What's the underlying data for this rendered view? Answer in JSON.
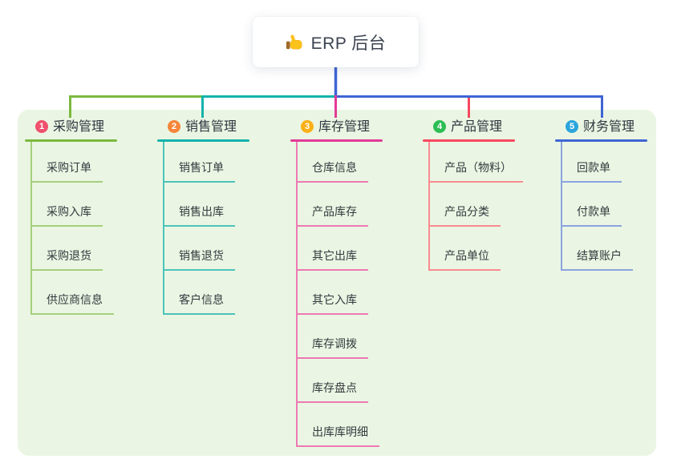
{
  "root": {
    "title": "ERP 后台",
    "icon": "thumbs-up-icon"
  },
  "branches": [
    {
      "badge": "1",
      "label": "采购管理",
      "badge_color": "#f0516d",
      "line_color": "#7cb93e",
      "child_line_color": "#a5cf7c",
      "children": [
        "采购订单",
        "采购入库",
        "采购退货",
        "供应商信息"
      ]
    },
    {
      "badge": "2",
      "label": "销售管理",
      "badge_color": "#f5863b",
      "line_color": "#14b3ab",
      "child_line_color": "#4cc3ba",
      "children": [
        "销售订单",
        "销售出库",
        "销售退货",
        "客户信息"
      ]
    },
    {
      "badge": "3",
      "label": "库存管理",
      "badge_color": "#fbb017",
      "line_color": "#e23a97",
      "child_line_color": "#ee79b3",
      "children": [
        "仓库信息",
        "产品库存",
        "其它出库",
        "其它入库",
        "库存调拨",
        "库存盘点",
        "出库库明细"
      ]
    },
    {
      "badge": "4",
      "label": "产品管理",
      "badge_color": "#2dbd55",
      "line_color": "#f7485f",
      "child_line_color": "#f98b90",
      "children": [
        "产品（物料）",
        "产品分类",
        "产品单位"
      ]
    },
    {
      "badge": "5",
      "label": "财务管理",
      "badge_color": "#2aa5dc",
      "line_color": "#3f65d4",
      "child_line_color": "#8ba3e0",
      "children": [
        "回款单",
        "付款单",
        "结算账户"
      ]
    }
  ],
  "colors": {
    "panel_bg": "#eaf6e3",
    "root_line": "#3f65d4",
    "card_bg": "#ffffff",
    "title_text": "#3b4351",
    "label_text": "#2f3640",
    "leaf_text": "#35393f",
    "thumb_hand": "#fcc21c",
    "thumb_cuff": "#a06a28"
  }
}
